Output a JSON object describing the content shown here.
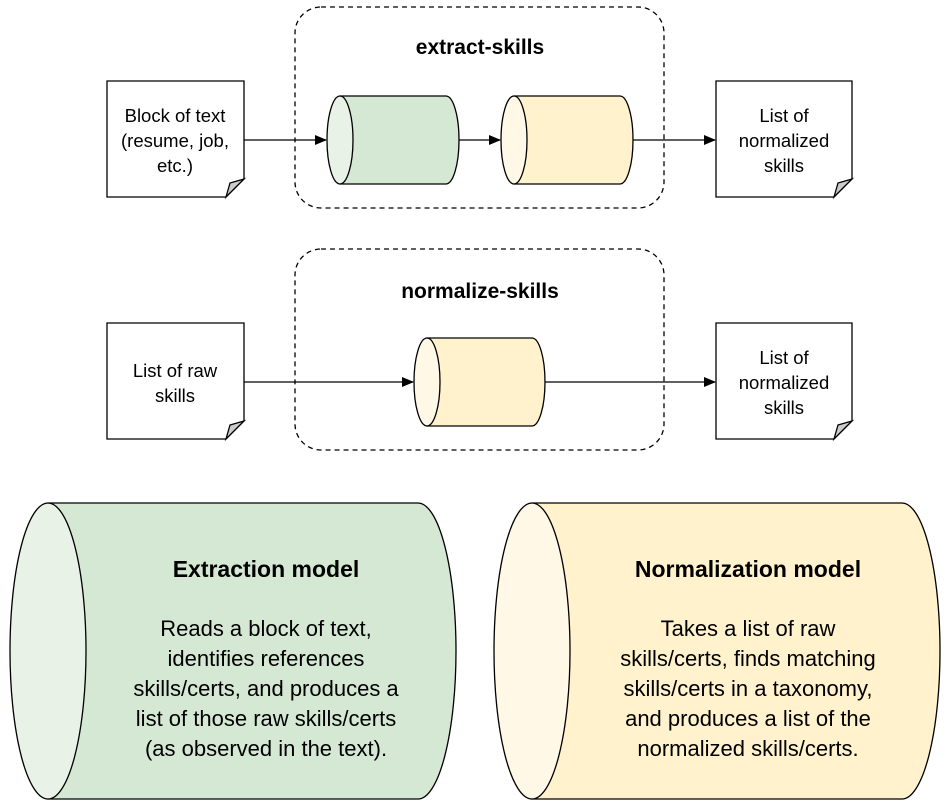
{
  "extract": {
    "title": "extract-skills",
    "input": [
      "Block of text",
      "(resume, job,",
      "etc.)"
    ],
    "output": [
      "List of",
      "normalized",
      "skills"
    ]
  },
  "normalize": {
    "title": "normalize-skills",
    "input": [
      "List of raw",
      "skills"
    ],
    "output": [
      "List of",
      "normalized",
      "skills"
    ]
  },
  "extraction_model": {
    "title": "Extraction model",
    "description": [
      "Reads a block of text,",
      "identifies references",
      "skills/certs, and produces a",
      "list of those raw skills/certs",
      "(as observed in the text)."
    ]
  },
  "normalization_model": {
    "title": "Normalization model",
    "description": [
      "Takes a list of raw",
      "skills/certs, finds matching",
      "skills/certs in a taxonomy,",
      "and produces a list of the",
      "normalized skills/certs."
    ]
  },
  "colors": {
    "extraction_fill": "#d5e8d4",
    "extraction_face": "#e8f2e7",
    "normalization_fill": "#fff2cc",
    "normalization_face": "#fff8e6",
    "stroke": "#000000"
  }
}
